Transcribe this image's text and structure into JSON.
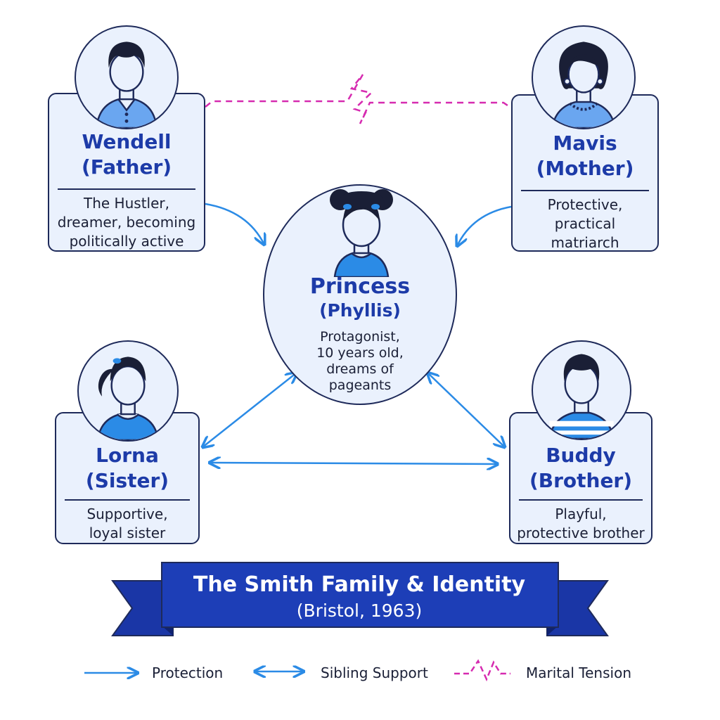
{
  "people": {
    "father": {
      "name": "Wendell",
      "role": "(Father)",
      "desc": [
        "The Hustler,",
        "dreamer, becoming",
        "politically active"
      ]
    },
    "mother": {
      "name": "Mavis",
      "role": "(Mother)",
      "desc": [
        "Protective,",
        "practical",
        "matriarch"
      ]
    },
    "princess": {
      "name": "Princess",
      "role": "(Phyllis)",
      "desc": [
        "Protagonist,",
        "10 years old,",
        "dreams of",
        "pageants"
      ]
    },
    "sister": {
      "name": "Lorna",
      "role": "(Sister)",
      "desc": [
        "Supportive,",
        "loyal sister"
      ]
    },
    "brother": {
      "name": "Buddy",
      "role": "(Brother)",
      "desc": [
        "Playful,",
        "protective brother"
      ]
    }
  },
  "banner": {
    "title": "The Smith Family & Identity",
    "subtitle": "(Bristol, 1963)"
  },
  "legend": {
    "protection": "Protection",
    "sibling": "Sibling Support",
    "tension": "Marital Tension"
  },
  "colors": {
    "accent": "#1d3ba8",
    "arrow": "#2b8be6",
    "tension": "#d62bb0",
    "card": "#eaf1fd",
    "outline": "#1e2a5a",
    "banner": "#1d3eb7"
  }
}
